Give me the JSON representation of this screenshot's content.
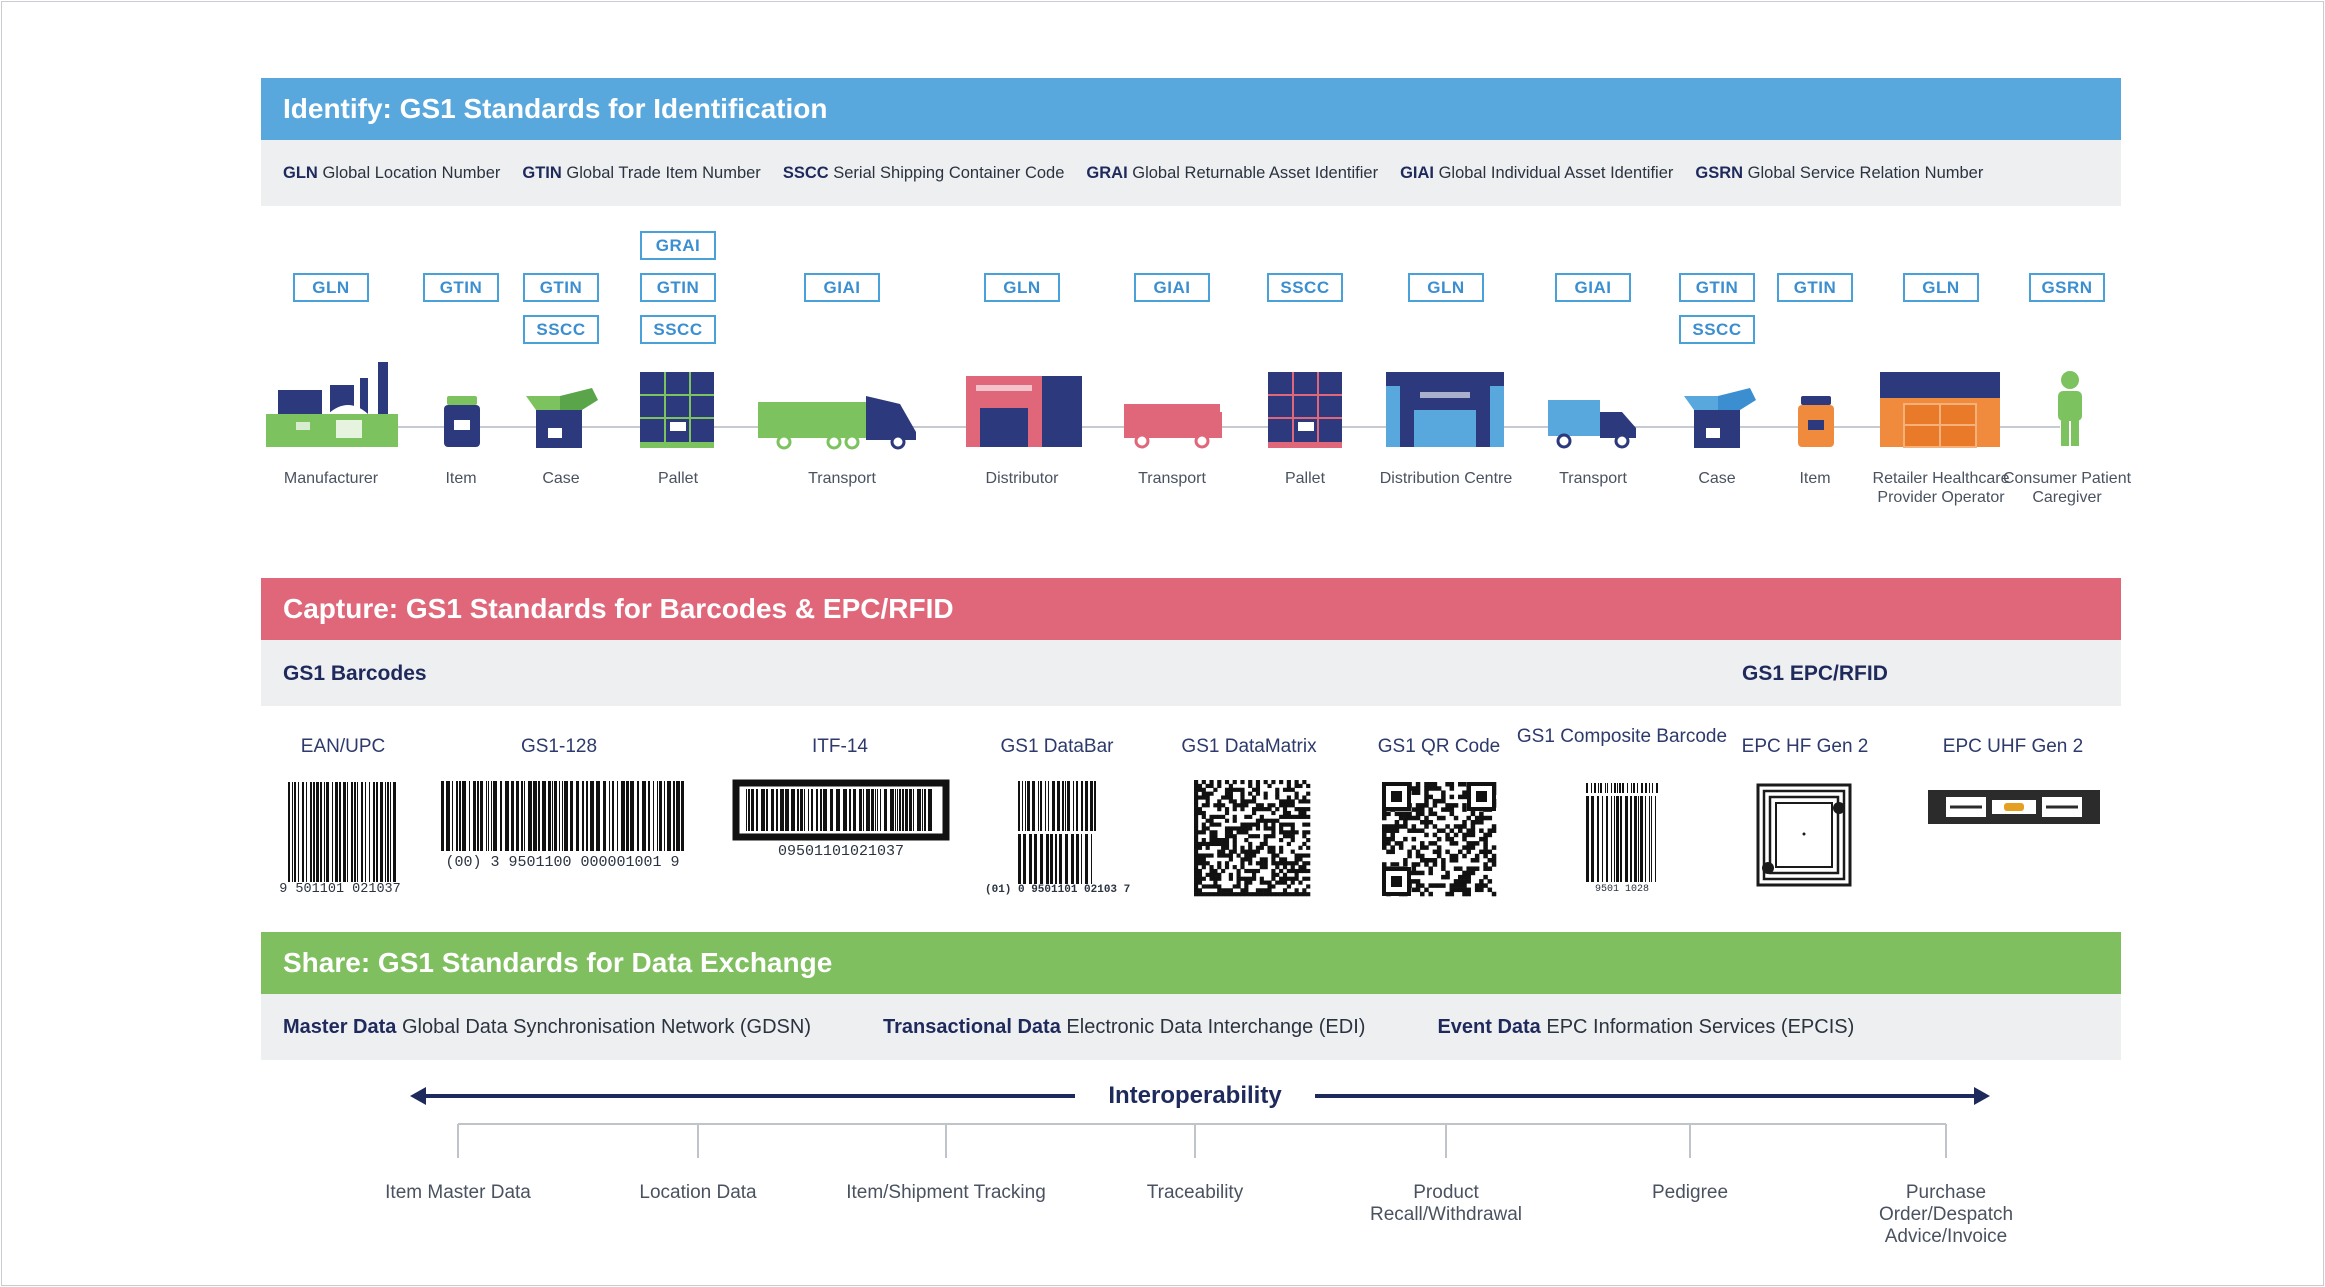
{
  "identify": {
    "title": "Identify: GS1 Standards for Identification",
    "keys": [
      {
        "abbr": "GLN",
        "text": "Global Location Number"
      },
      {
        "abbr": "GTIN",
        "text": "Global Trade Item Number"
      },
      {
        "abbr": "SSCC",
        "text": "Serial Shipping Container Code"
      },
      {
        "abbr": "GRAI",
        "text": "Global Returnable Asset Identifier"
      },
      {
        "abbr": "GIAI",
        "text": "Global Individual Asset Identifier"
      },
      {
        "abbr": "GSRN",
        "text": "Global Service Relation Number"
      }
    ],
    "stages": [
      {
        "label": "Manufacturer",
        "tags": [
          "GLN"
        ]
      },
      {
        "label": "Item",
        "tags": [
          "GTIN"
        ]
      },
      {
        "label": "Case",
        "tags": [
          "GTIN",
          "SSCC"
        ]
      },
      {
        "label": "Pallet",
        "tags": [
          "GRAI",
          "GTIN",
          "SSCC"
        ]
      },
      {
        "label": "Transport",
        "tags": [
          "GIAI"
        ]
      },
      {
        "label": "Distributor",
        "tags": [
          "GLN"
        ]
      },
      {
        "label": "Transport",
        "tags": [
          "GIAI"
        ]
      },
      {
        "label": "Pallet",
        "tags": [
          "SSCC"
        ]
      },
      {
        "label": "Distribution Centre",
        "tags": [
          "GLN"
        ]
      },
      {
        "label": "Transport",
        "tags": [
          "GIAI"
        ]
      },
      {
        "label": "Case",
        "tags": [
          "GTIN",
          "SSCC"
        ]
      },
      {
        "label": "Item",
        "tags": [
          "GTIN"
        ]
      },
      {
        "label": "Retailer Healthcare Provider Operator",
        "tags": [
          "GLN"
        ]
      },
      {
        "label": "Consumer Patient Caregiver",
        "tags": [
          "GSRN"
        ]
      }
    ]
  },
  "capture": {
    "title": "Capture: GS1 Standards for Barcodes & EPC/RFID",
    "barcodes_heading": "GS1 Barcodes",
    "rfid_heading": "GS1 EPC/RFID",
    "carriers": [
      {
        "label": "EAN/UPC",
        "number": "9 501101 021037"
      },
      {
        "label": "GS1-128",
        "number": "(00) 3 9501100 000001001 9"
      },
      {
        "label": "ITF-14",
        "number": "09501101021037"
      },
      {
        "label": "GS1 DataBar",
        "number": "(01) 0 9501101 02103 7"
      },
      {
        "label": "GS1 DataMatrix"
      },
      {
        "label": "GS1 QR Code"
      },
      {
        "label": "GS1 Composite Barcode",
        "number": "9501 1028"
      },
      {
        "label": "EPC HF Gen 2"
      },
      {
        "label": "EPC UHF Gen 2"
      }
    ]
  },
  "share": {
    "title": "Share: GS1 Standards for Data Exchange",
    "items": [
      {
        "bold": "Master Data",
        "text": "Global Data Synchronisation Network (GDSN)"
      },
      {
        "bold": "Transactional Data",
        "text": "Electronic Data Interchange (EDI)"
      },
      {
        "bold": "Event Data",
        "text": "EPC Information Services (EPCIS)"
      }
    ],
    "interoperability": "Interoperability",
    "uses": [
      "Item Master Data",
      "Location Data",
      "Item/Shipment Tracking",
      "Traceability",
      "Product Recall/Withdrawal",
      "Pedigree",
      "Purchase Order/Despatch Advice/Invoice"
    ]
  },
  "colors": {
    "identify": "#58a7dd",
    "capture": "#e0677a",
    "share": "#80bf5f",
    "navy": "#1f2a5c",
    "grey_band": "#eeeff1"
  }
}
